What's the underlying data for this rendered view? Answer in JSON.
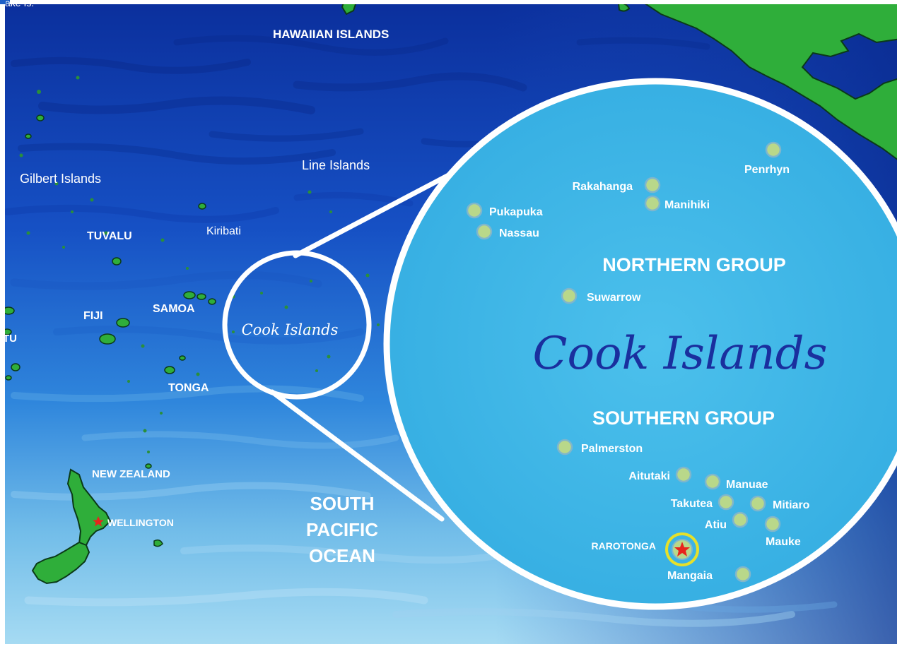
{
  "colors": {
    "ocean_deep": "#0a3aa8",
    "ocean_mid": "#1e6fd6",
    "ocean_light": "#7dc4ec",
    "zoom_fill": "#42b6e6",
    "land": "#2fae3a",
    "island_dot": "#b9d88a",
    "star": "#e8241c",
    "script_text": "#1a2f9e",
    "white": "#ffffff",
    "highlight_ring": "#e6e02a"
  },
  "corner_text": "ake Is.",
  "region_labels": {
    "hawaiian": "HAWAIIAN ISLANDS",
    "line": "Line Islands",
    "gilbert": "Gilbert Islands",
    "tuvalu": "TUVALU",
    "kiribati": "Kiribati",
    "fiji": "FIJI",
    "samoa": "SAMOA",
    "tonga": "TONGA",
    "new_zealand": "NEW ZEALAND",
    "wellington": "WELLINGTON",
    "tu": "TU",
    "ocean_line1": "SOUTH",
    "ocean_line2": "PACIFIC",
    "ocean_line3": "OCEAN",
    "small_cook": "Cook Islands"
  },
  "inset": {
    "title": "Cook Islands",
    "northern_group": "NORTHERN GROUP",
    "southern_group": "SOUTHERN GROUP",
    "northern_islands": [
      "Penrhyn",
      "Rakahanga",
      "Manihiki",
      "Pukapuka",
      "Nassau",
      "Suwarrow"
    ],
    "southern_islands": [
      "Palmerston",
      "Aitutaki",
      "Manuae",
      "Takutea",
      "Mitiaro",
      "Atiu",
      "Mauke",
      "Mangaia"
    ],
    "capital": "RAROTONGA"
  }
}
